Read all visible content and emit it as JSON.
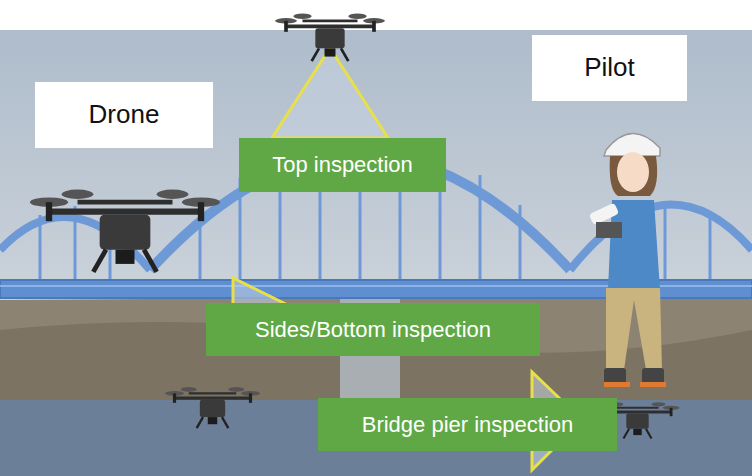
{
  "diagram": {
    "nodes": [
      {
        "text": [
          "Drone"
        ]
      },
      {
        "text": [
          "Pilot"
        ]
      },
      {
        "text": [
          "Top inspection"
        ]
      },
      {
        "text": [
          "Sides/Bottom inspection"
        ]
      },
      {
        "text": [
          "Bridge pier inspection"
        ]
      }
    ]
  }
}
